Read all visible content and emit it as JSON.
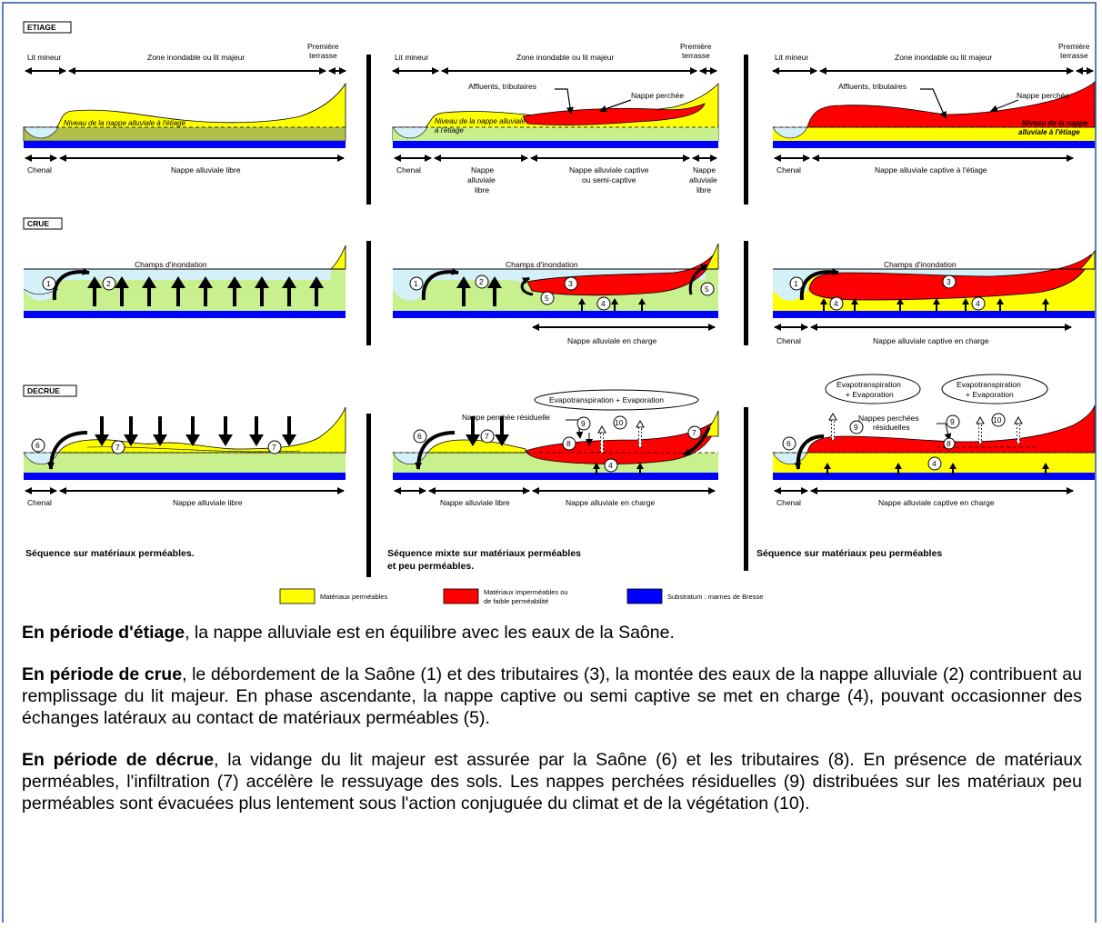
{
  "rows": {
    "etiage": "ETIAGE",
    "crue": "CRUE",
    "decrue": "DECRUE"
  },
  "zones": {
    "lit_mineur": "Lit mineur",
    "zone_inondable": "Zone inondable  ou lit majeur",
    "terrasse_1": "Première",
    "terrasse_2": "terrasse"
  },
  "labels": {
    "chenal": "Chenal",
    "nappe_libre": "Nappe alluviale libre",
    "nappe_libre_short_1": "Nappe",
    "nappe_libre_short_2": "alluviale",
    "nappe_libre_short_3": "libre",
    "nappe_captive_1": "Nappe alluviale captive",
    "nappe_captive_2": "ou semi-captive",
    "nappe_captive_etiage": "Nappe alluviale captive à l'étiage",
    "affluents": "Affluents, tributaires",
    "nappe_perchee": "Nappe perchée",
    "niveau_1": "Niveau de la nappe alluviale à l'étiage",
    "niveau_2a": "Niveau de la nappe alluviale",
    "niveau_2b": "à l'étiage",
    "niveau_3a": "Niveau de la nappe",
    "niveau_3b": "alluviale à l'étiage",
    "champs": "Champs d'inondation",
    "nappe_en_charge": "Nappe alluviale en charge",
    "nappe_captive_charge": "Nappe alluviale captive en charge",
    "nappe_perchee_residuelle": "Nappe perchée résiduelle",
    "nappes_perchees_1": "Nappes perchées",
    "nappes_perchees_2": "résiduelles",
    "evapo_single": "Evapotranspiration + Evaporation",
    "evapo_a": "Evapotranspiration",
    "evapo_b": "+ Evaporation",
    "nappe_libre_decrue": "Nappe alluviale libre",
    "nappe_a_libre": "Nappe alluviale libre"
  },
  "sequences": {
    "s1": "Séquence sur matériaux perméables.",
    "s2a": "Séquence mixte  sur matériaux perméables",
    "s2b": "et peu perméables.",
    "s3": "Séquence sur matériaux peu perméables"
  },
  "legend": {
    "permeable": "Matériaux perméables",
    "impermeable_1": "Matériaux imperméables ou",
    "impermeable_2": "de faible perméabilité",
    "substratum": "Substratum : marnes de Bresse"
  },
  "numbers": [
    "1",
    "2",
    "3",
    "4",
    "5",
    "6",
    "7",
    "8",
    "9",
    "10"
  ],
  "colors": {
    "permeable": "#ffff00",
    "impermeable": "#ff0000",
    "substratum": "#0000ff",
    "water": "#d4f1f9",
    "nappe": "#c8f08c",
    "frame": "#5b7fb5"
  },
  "paragraphs": {
    "p1_bold": "En période d'étiage",
    "p1_rest": ", la nappe alluviale est en équilibre avec les eaux de la Saône.",
    "p2_bold": "En période de crue",
    "p2_rest": ", le débordement de la Saône (1) et des tributaires (3), la montée des eaux de la nappe alluviale (2) contribuent au remplissage du lit majeur. En phase ascendante, la nappe captive ou semi captive se met en charge (4), pouvant occasionner des échanges latéraux au contact de matériaux perméables (5).",
    "p3_bold": "En période de décrue",
    "p3_rest": ", la vidange du lit majeur est assurée par la Saône (6) et les tributaires (8). En présence de matériaux perméables, l'infiltration (7) accélère le ressuyage des sols. Les nappes perchées résiduelles (9) distribuées sur les matériaux peu perméables sont évacuées plus lentement sous l'action conjuguée du climat et de la végétation (10)."
  }
}
